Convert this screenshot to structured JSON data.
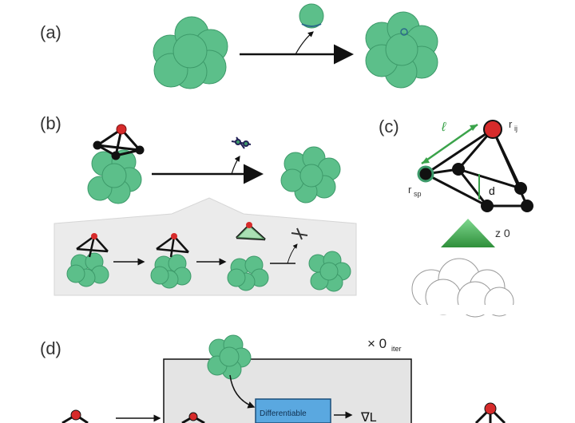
{
  "panels": {
    "a": {
      "label": "(a)"
    },
    "b": {
      "label": "(b)"
    },
    "c": {
      "label": "(c)",
      "annotations": {
        "r_ij": "r",
        "r_ij_sub": "ij",
        "r_sp": "r",
        "r_sp_sub": "sp",
        "d": "d",
        "ell": "ℓ",
        "z0": "z 0"
      }
    },
    "d": {
      "label": "(d)",
      "repeat": "× 0",
      "repeat_sub": "iter",
      "box_text": "Differentiable",
      "grad_text": "∇L"
    }
  },
  "colors": {
    "green": "#5cbf8a",
    "green_dark": "#3d9a6a",
    "red": "#d62b2b",
    "black": "#1a1a1a",
    "panel_bg": "#ebebeb",
    "box_blue": "#5aa8e0"
  }
}
